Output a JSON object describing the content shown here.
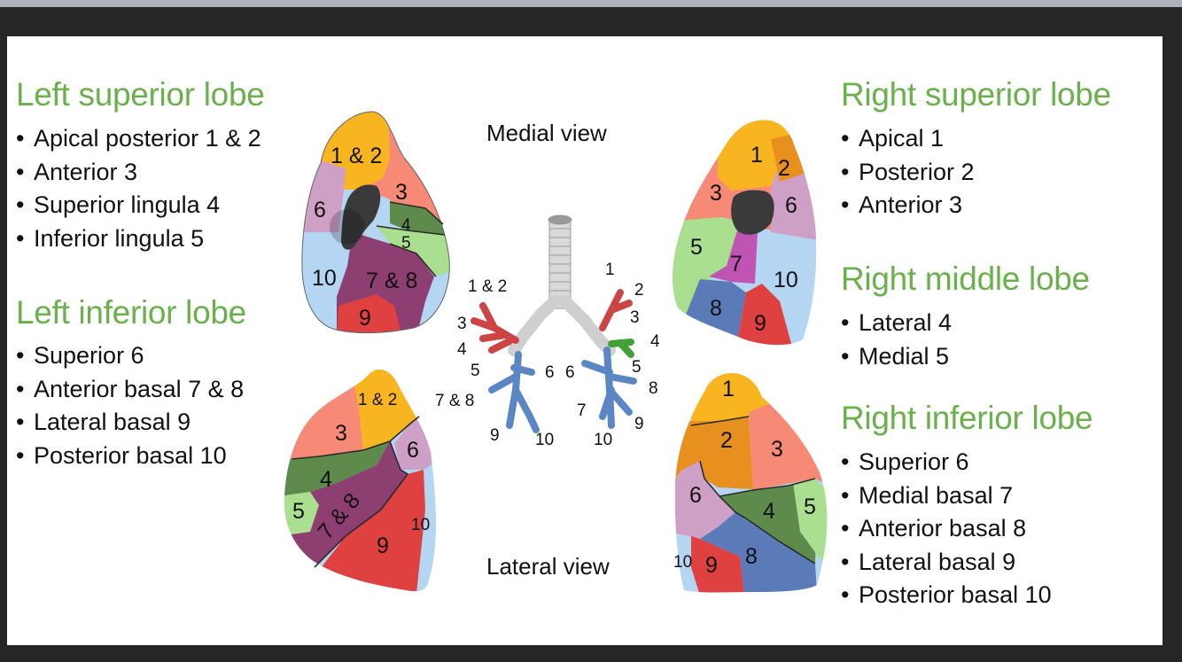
{
  "left": {
    "superior": {
      "title": "Left superior lobe",
      "items": [
        "Apical posterior 1 & 2",
        "Anterior 3",
        "Superior lingula 4",
        "Inferior lingula 5"
      ]
    },
    "inferior": {
      "title": "Left inferior lobe",
      "items": [
        "Superior 6",
        "Anterior basal 7 & 8",
        "Lateral basal 9",
        "Posterior basal 10"
      ]
    }
  },
  "right": {
    "superior": {
      "title": "Right superior lobe",
      "items": [
        "Apical 1",
        "Posterior 2",
        "Anterior 3"
      ]
    },
    "middle": {
      "title": "Right middle lobe",
      "items": [
        "Lateral 4",
        "Medial 5"
      ]
    },
    "inferior": {
      "title": "Right inferior lobe",
      "items": [
        "Superior 6",
        "Medial basal 7",
        "Anterior basal 8",
        "Lateral basal 9",
        "Posterior basal 10"
      ]
    }
  },
  "views": {
    "medial": "Medial view",
    "lateral": "Lateral view"
  },
  "segment_labels": {
    "l1_2": "1 & 2",
    "l3": "3",
    "l4": "4",
    "l5": "5",
    "l6": "6",
    "l7_8": "7 & 8",
    "l9": "9",
    "l10": "10",
    "r1": "1",
    "r2": "2",
    "r3": "3",
    "r4": "4",
    "r5": "5",
    "r6": "6",
    "r7": "7",
    "r8": "8",
    "r9": "9",
    "r10": "10"
  },
  "colors": {
    "title_green": "#6ab04c",
    "apical_orange": "#f9b51f",
    "posterior_orange": "#e8901f",
    "anterior_salmon": "#f68a76",
    "lingula_sup_green": "#5e8a4c",
    "lingula_inf_green": "#a9df8e",
    "superior_pink": "#cfa0c5",
    "anterior_basal_purple": "#8d3f72",
    "medial_basal_magenta": "#c054b5",
    "lateral_basal_red": "#df4140",
    "posterior_basal_blue": "#b5d6f2",
    "right_anterior_basal_blue": "#5a7bb7",
    "hilum": "#3a3a3a",
    "bronchi_red": "#cc4444",
    "bronchi_green": "#3fa136",
    "bronchi_blue": "#5a86c4",
    "trachea_grey": "#cccccc"
  }
}
